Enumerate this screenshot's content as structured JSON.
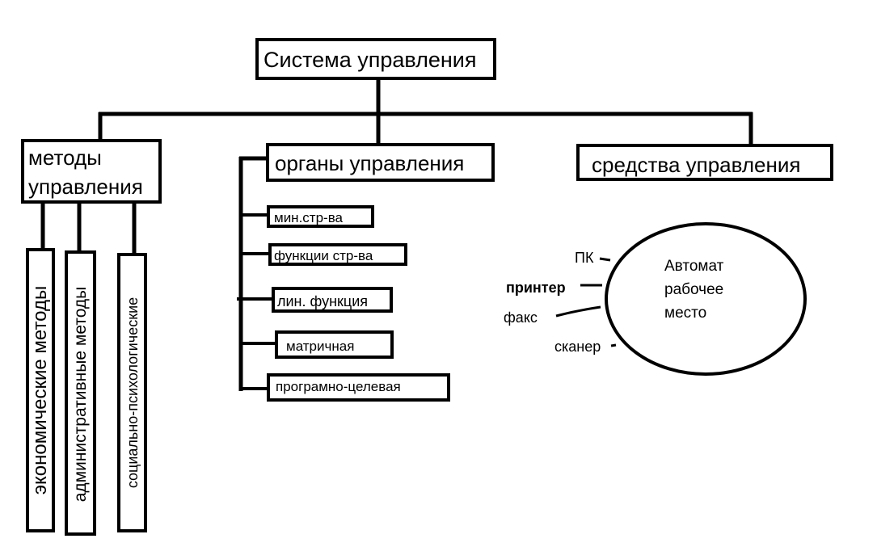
{
  "diagram": {
    "root": "Система управления",
    "branches": {
      "methods": {
        "title_line1": "методы",
        "title_line2": "управления",
        "items": [
          "экономические методы",
          "административные методы",
          "социально-психологические"
        ]
      },
      "organs": {
        "title": "органы управления",
        "items": [
          "мин.стр-ва",
          "функции стр-ва",
          "лин. функция",
          "матричная",
          "програмно-целевая"
        ]
      },
      "means": {
        "title": "средства управления",
        "workplace": [
          "Автомат",
          "рабочее",
          "место"
        ],
        "devices": {
          "pc": "ПК",
          "printer": "принтер",
          "fax": "факс",
          "scanner": "сканер"
        }
      }
    }
  }
}
